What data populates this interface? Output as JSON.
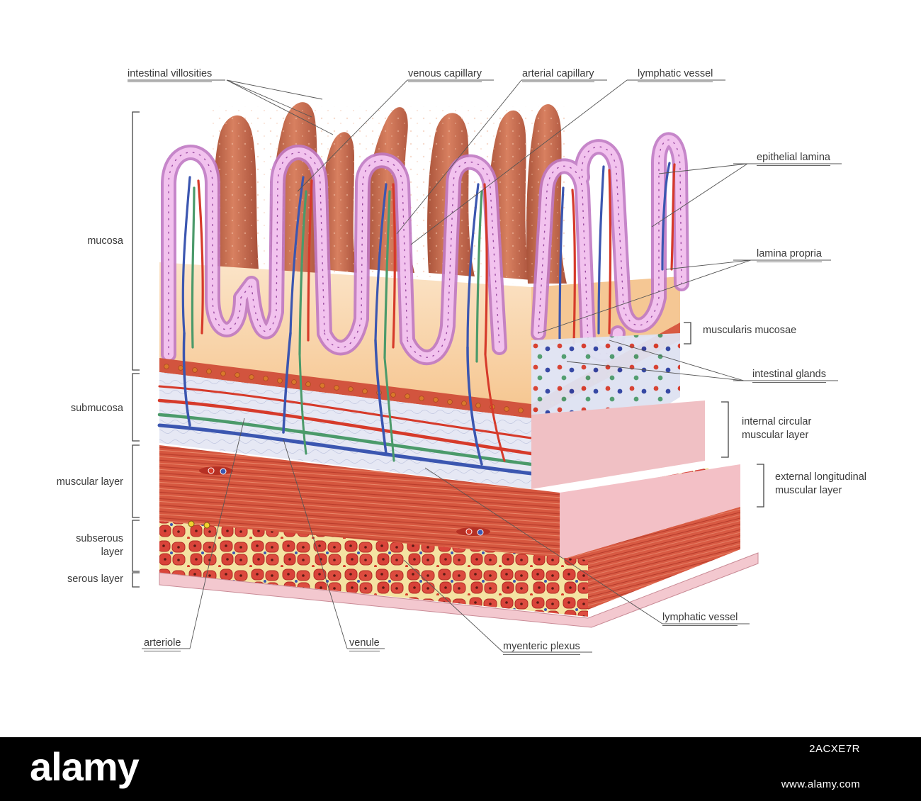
{
  "labels": {
    "intestinal_villosities": "intestinal villosities",
    "venous_capillary": "venous capillary",
    "arterial_capillary": "arterial capillary",
    "lymphatic_vessel_top": "lymphatic vessel",
    "epithelial_lamina": "epithelial lamina",
    "lamina_propria": "lamina propria",
    "muscularis_mucosae": "muscularis mucosae",
    "intestinal_glands": "intestinal glands",
    "internal_circular_1": "internal circular",
    "internal_circular_2": "muscular layer",
    "external_longitudinal_1": "external longitudinal",
    "external_longitudinal_2": "muscular layer",
    "lymphatic_vessel_bottom": "lymphatic vessel",
    "mucosa": "mucosa",
    "submucosa": "submucosa",
    "muscular_layer": "muscular layer",
    "subserous_1": "subserous",
    "subserous_2": "layer",
    "serous_layer": "serous layer",
    "arteriole": "arteriole",
    "venule": "venule",
    "myenteric_plexus": "myenteric plexus"
  },
  "footer": {
    "logo": "alamy",
    "image_id": "2ACXE7R",
    "url": "www.alamy.com"
  },
  "colors": {
    "villus": "#c96a45",
    "epithelial_cell": "#e3a6dc",
    "muscle": "#d4553f",
    "submucosa": "#dfe3f0",
    "artery": "#d63a2a",
    "vein": "#3b56b0",
    "lymph": "#4b9a6a",
    "serosa": "#f3c6cc"
  }
}
